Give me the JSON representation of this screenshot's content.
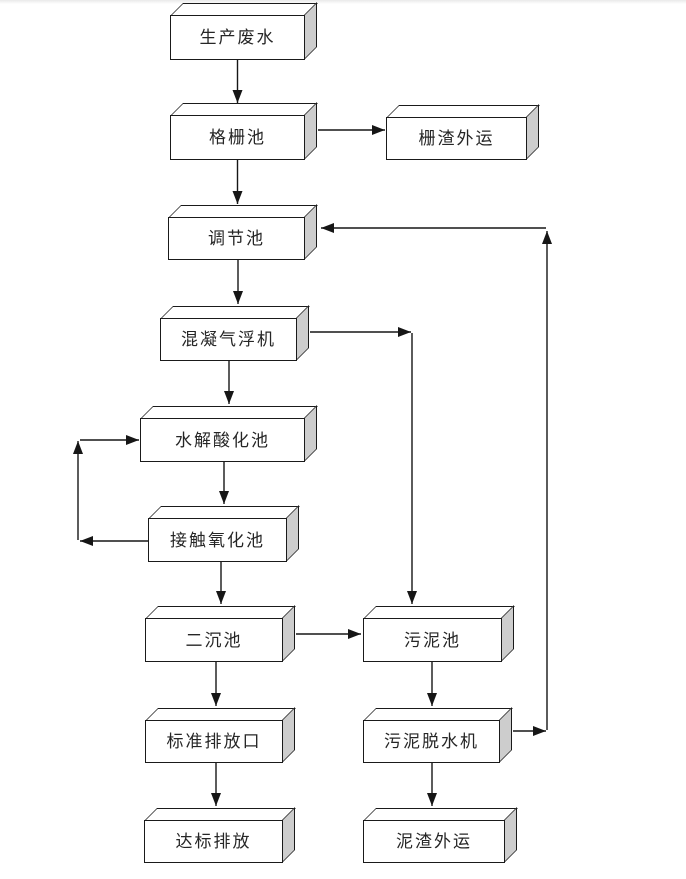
{
  "diagram": {
    "type": "process-flowchart",
    "language": "zh-CN",
    "subject": "wastewater treatment process flow",
    "colors": {
      "background": "#ffffff",
      "box_front": "#ffffff",
      "box_top": "#ffffff",
      "box_side": "#cdcdcd",
      "line": "#161616",
      "text": "#262626"
    },
    "nodes": [
      {
        "id": "production-wastewater",
        "label": "生产废水"
      },
      {
        "id": "grid-tank",
        "label": "格栅池"
      },
      {
        "id": "grid-residue-removal",
        "label": "栅渣外运"
      },
      {
        "id": "regulating-tank",
        "label": "调节池"
      },
      {
        "id": "coagulation-air-flotation",
        "label": "混凝气浮机"
      },
      {
        "id": "hydrolysis-acidification-tank",
        "label": "水解酸化池"
      },
      {
        "id": "contact-oxidation-tank",
        "label": "接触氧化池"
      },
      {
        "id": "secondary-sedimentation-tank",
        "label": "二沉池"
      },
      {
        "id": "sludge-tank",
        "label": "污泥池"
      },
      {
        "id": "standard-discharge-outlet",
        "label": "标准排放口"
      },
      {
        "id": "sludge-dewatering-machine",
        "label": "污泥脱水机"
      },
      {
        "id": "compliant-discharge",
        "label": "达标排放"
      },
      {
        "id": "sludge-residue-removal",
        "label": "泥渣外运"
      }
    ],
    "edges": [
      {
        "from": "production-wastewater",
        "to": "grid-tank"
      },
      {
        "from": "grid-tank",
        "to": "grid-residue-removal"
      },
      {
        "from": "grid-tank",
        "to": "regulating-tank"
      },
      {
        "from": "regulating-tank",
        "to": "coagulation-air-flotation"
      },
      {
        "from": "coagulation-air-flotation",
        "to": "sludge-tank"
      },
      {
        "from": "coagulation-air-flotation",
        "to": "hydrolysis-acidification-tank"
      },
      {
        "from": "hydrolysis-acidification-tank",
        "to": "contact-oxidation-tank"
      },
      {
        "from": "contact-oxidation-tank",
        "to": "hydrolysis-acidification-tank",
        "note": "recirculation loop"
      },
      {
        "from": "contact-oxidation-tank",
        "to": "secondary-sedimentation-tank"
      },
      {
        "from": "secondary-sedimentation-tank",
        "to": "sludge-tank"
      },
      {
        "from": "secondary-sedimentation-tank",
        "to": "standard-discharge-outlet"
      },
      {
        "from": "standard-discharge-outlet",
        "to": "compliant-discharge"
      },
      {
        "from": "sludge-tank",
        "to": "sludge-dewatering-machine"
      },
      {
        "from": "sludge-dewatering-machine",
        "to": "sludge-residue-removal"
      },
      {
        "from": "sludge-dewatering-machine",
        "to": "regulating-tank",
        "note": "return flow"
      }
    ]
  }
}
